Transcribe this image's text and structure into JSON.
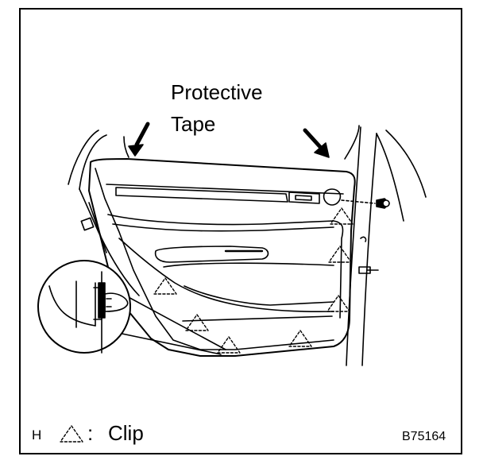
{
  "callout": {
    "line1": "Protective",
    "line2": "Tape"
  },
  "legend": {
    "prefix": "H",
    "separator": ":",
    "text": "Clip",
    "icon": "dotted-triangle-icon"
  },
  "figure_code": "B75164"
}
